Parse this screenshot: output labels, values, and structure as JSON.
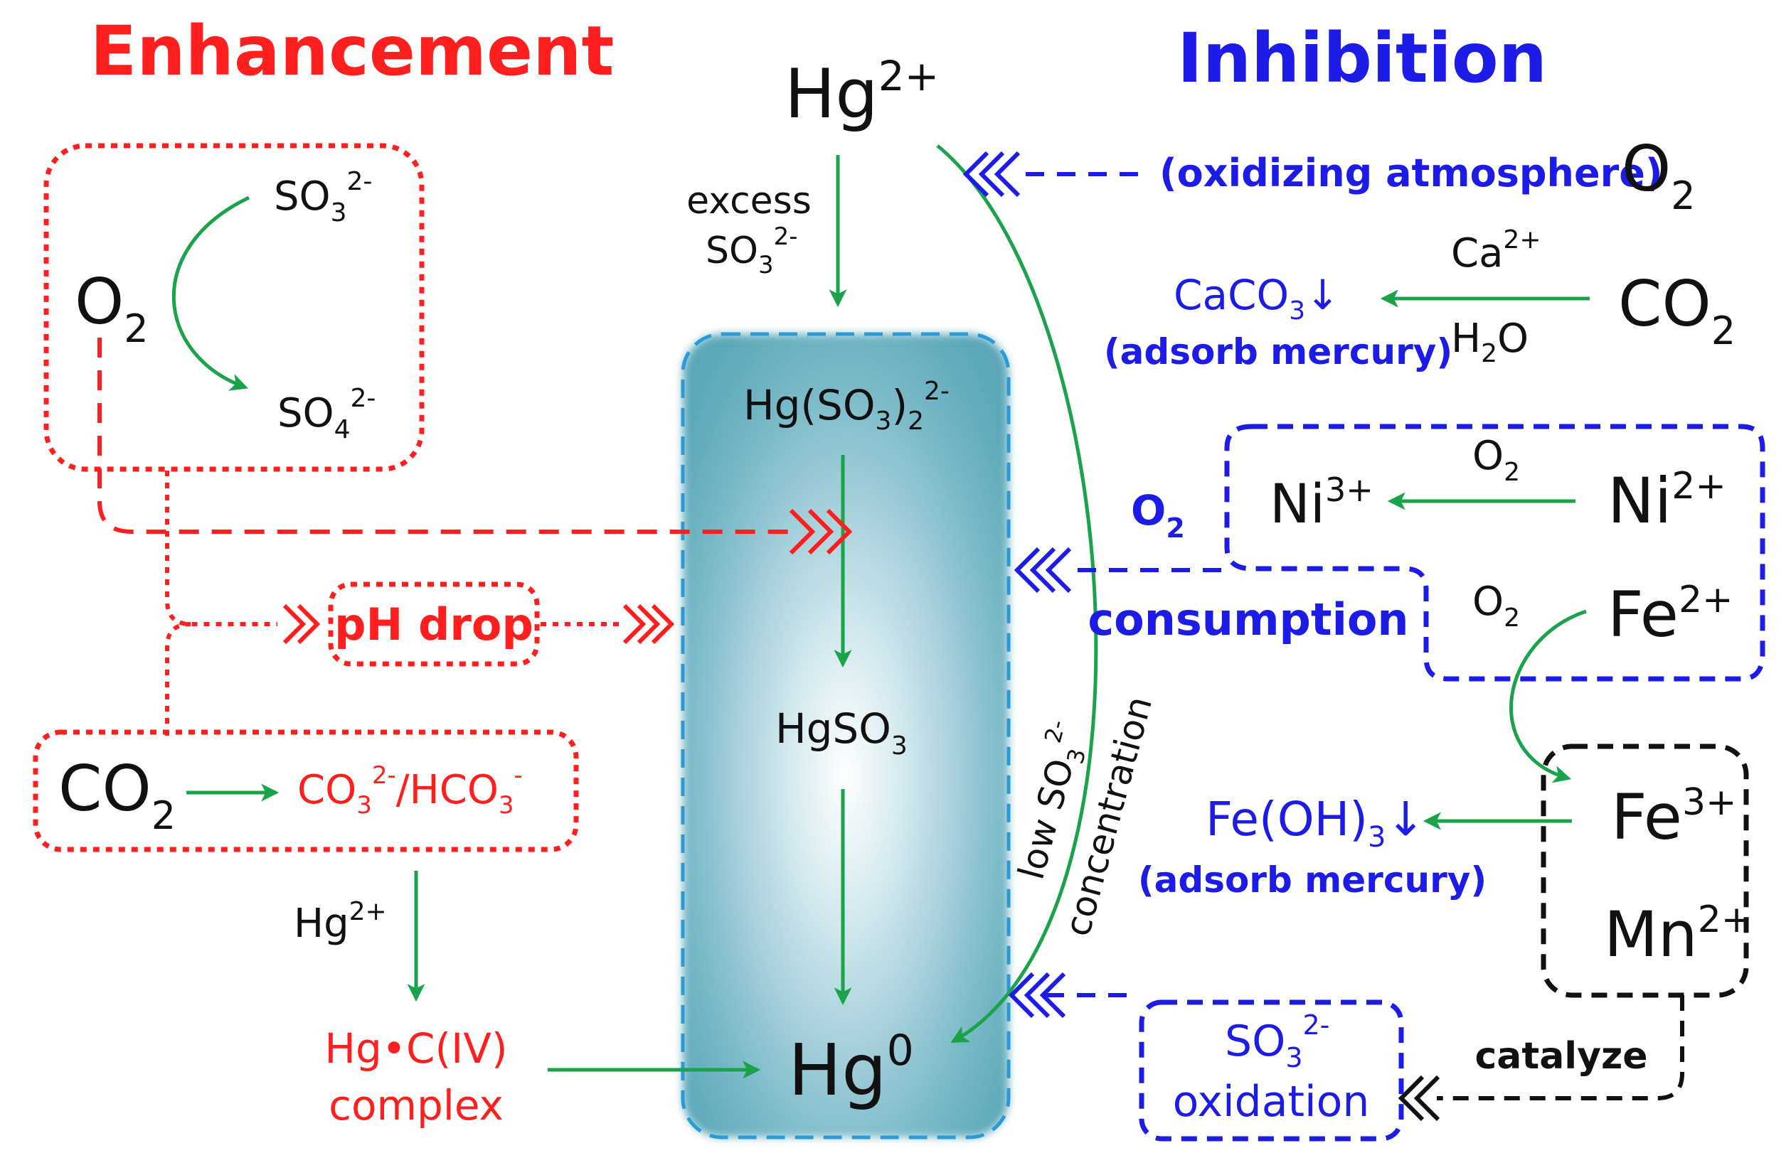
{
  "headings": {
    "enhancement": "Enhancement",
    "inhibition": "Inhibition"
  },
  "colors": {
    "enhancement": "#ff1f1f",
    "inhibition": "#1c1ce6",
    "arrow": "#1aa34a",
    "pool_fill": "#6fb6c6",
    "pool_border": "#2a9ad8",
    "catalyst": "#111111"
  },
  "center": {
    "hg2_top": {
      "base": "Hg",
      "sup": "2+"
    },
    "excess": {
      "line1": "excess",
      "base": "SO",
      "sub": "3",
      "sup": "2-"
    },
    "complex": {
      "pre": "Hg(SO",
      "sub1": "3",
      "mid": ")",
      "sub2": "2",
      "sup": "2-"
    },
    "hgso3": {
      "base": "HgSO",
      "sub": "3"
    },
    "hg0": {
      "base": "Hg",
      "sup": "0"
    }
  },
  "enhancement": {
    "o2": {
      "base": "O",
      "sub": "2"
    },
    "so3": {
      "base": "SO",
      "sub": "3",
      "sup": "2-"
    },
    "so4": {
      "base": "SO",
      "sub": "4",
      "sup": "2-"
    },
    "ph_drop": "pH drop",
    "co2": {
      "base": "CO",
      "sub": "2"
    },
    "carbonate": {
      "a": "CO",
      "a_sub": "3",
      "a_sup": "2-",
      "slash": "/HCO",
      "b_sub": "3",
      "b_sup": "-"
    },
    "hg2_label": {
      "base": "Hg",
      "sup": "2+"
    },
    "hgc_line1": "Hg•C(IV)",
    "hgc_line2": "complex"
  },
  "inhibition": {
    "oxidizing": "(oxidizing atmosphere)",
    "o2_right": {
      "base": "O",
      "sub": "2"
    },
    "caco3": {
      "base": "CaCO",
      "sub": "3",
      "arrow": "↓"
    },
    "adsorb1": "(adsorb mercury)",
    "ca_label": {
      "base": "Ca",
      "sup": "2+"
    },
    "h2o_label": {
      "pre": "H",
      "sub": "2",
      "post": "O"
    },
    "co2_right": {
      "base": "CO",
      "sub": "2"
    },
    "ni3": {
      "base": "Ni",
      "sup": "3+"
    },
    "ni2": {
      "base": "Ni",
      "sup": "2+"
    },
    "o2_ni": {
      "base": "O",
      "sub": "2"
    },
    "o2_cons": {
      "base": "O",
      "sub": "2"
    },
    "consumption": "consumption",
    "o2_fe": {
      "base": "O",
      "sub": "2"
    },
    "fe2": {
      "base": "Fe",
      "sup": "2+"
    },
    "fe3": {
      "base": "Fe",
      "sup": "3+"
    },
    "mn2": {
      "base": "Mn",
      "sup": "2+"
    },
    "feoh3": {
      "base": "Fe(OH)",
      "sub": "3",
      "arrow": "↓"
    },
    "adsorb2": "(adsorb mercury)",
    "low_so3": {
      "pre": "low SO",
      "sub": "3",
      "sup": "2-"
    },
    "concentration": "concentration",
    "catalyze": "catalyze",
    "so3_ox": {
      "base": "SO",
      "sub": "3",
      "sup": "2-"
    },
    "oxidation": "oxidation"
  }
}
